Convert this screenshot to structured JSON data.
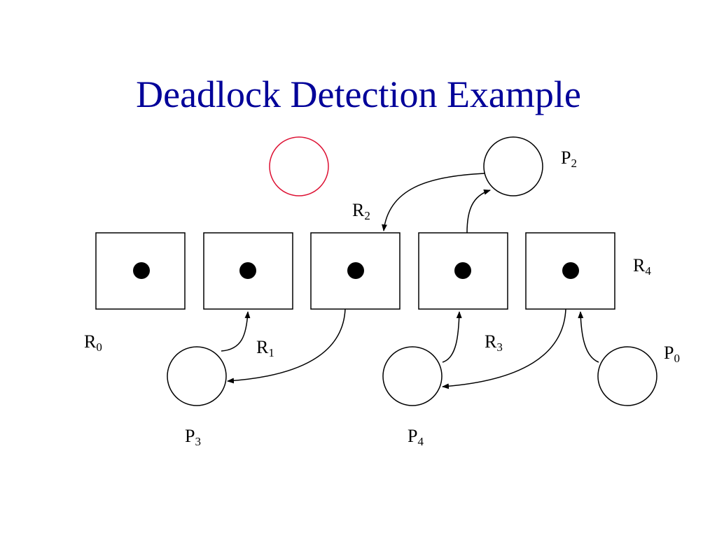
{
  "title": "Deadlock Detection Example",
  "colors": {
    "title": "#000099",
    "highlight": "#dd1133",
    "stroke": "#000000"
  },
  "resources": [
    {
      "letter": "R",
      "index": "0",
      "instances": 1
    },
    {
      "letter": "R",
      "index": "1",
      "instances": 1
    },
    {
      "letter": "R",
      "index": "2",
      "instances": 1
    },
    {
      "letter": "R",
      "index": "3",
      "instances": 1
    },
    {
      "letter": "R",
      "index": "4",
      "instances": 1
    }
  ],
  "processes": [
    {
      "letter": "P",
      "index": "0"
    },
    {
      "letter": "P",
      "index": "2"
    },
    {
      "letter": "P",
      "index": "3"
    },
    {
      "letter": "P",
      "index": "4"
    }
  ],
  "edges": [
    {
      "from": "P2",
      "to": "R2",
      "kind": "assignment"
    },
    {
      "from": "R3",
      "to": "P2",
      "kind": "request"
    },
    {
      "from": "P3",
      "to": "R1",
      "kind": "request"
    },
    {
      "from": "R2",
      "to": "P3",
      "kind": "assignment"
    },
    {
      "from": "P4",
      "to": "R3",
      "kind": "request"
    },
    {
      "from": "R4",
      "to": "P4",
      "kind": "assignment"
    },
    {
      "from": "P0",
      "to": "R4",
      "kind": "request"
    }
  ]
}
